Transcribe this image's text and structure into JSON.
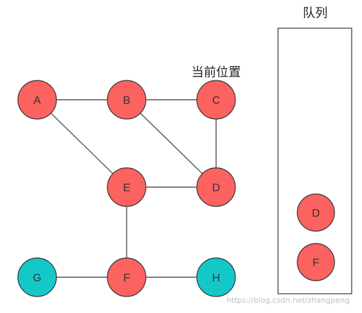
{
  "graph": {
    "current_position_label": "当前位置",
    "colors": {
      "visited": "#fb6260",
      "unvisited": "#14c8c8",
      "edge": "#555555",
      "node_stroke": "#333333"
    },
    "nodes": [
      {
        "id": "A",
        "label": "A",
        "state": "visited"
      },
      {
        "id": "B",
        "label": "B",
        "state": "visited"
      },
      {
        "id": "C",
        "label": "C",
        "state": "visited"
      },
      {
        "id": "D",
        "label": "D",
        "state": "visited"
      },
      {
        "id": "E",
        "label": "E",
        "state": "visited"
      },
      {
        "id": "F",
        "label": "F",
        "state": "visited"
      },
      {
        "id": "G",
        "label": "G",
        "state": "unvisited"
      },
      {
        "id": "H",
        "label": "H",
        "state": "unvisited"
      }
    ],
    "edges": [
      [
        "A",
        "B"
      ],
      [
        "B",
        "C"
      ],
      [
        "A",
        "E"
      ],
      [
        "B",
        "D"
      ],
      [
        "C",
        "D"
      ],
      [
        "E",
        "D"
      ],
      [
        "E",
        "F"
      ],
      [
        "G",
        "F"
      ],
      [
        "F",
        "H"
      ]
    ]
  },
  "queue": {
    "title": "队列",
    "items": [
      {
        "label": "D",
        "state": "visited"
      },
      {
        "label": "F",
        "state": "visited"
      }
    ]
  },
  "watermark": "https://blog.csdn.net/zhangpeng"
}
